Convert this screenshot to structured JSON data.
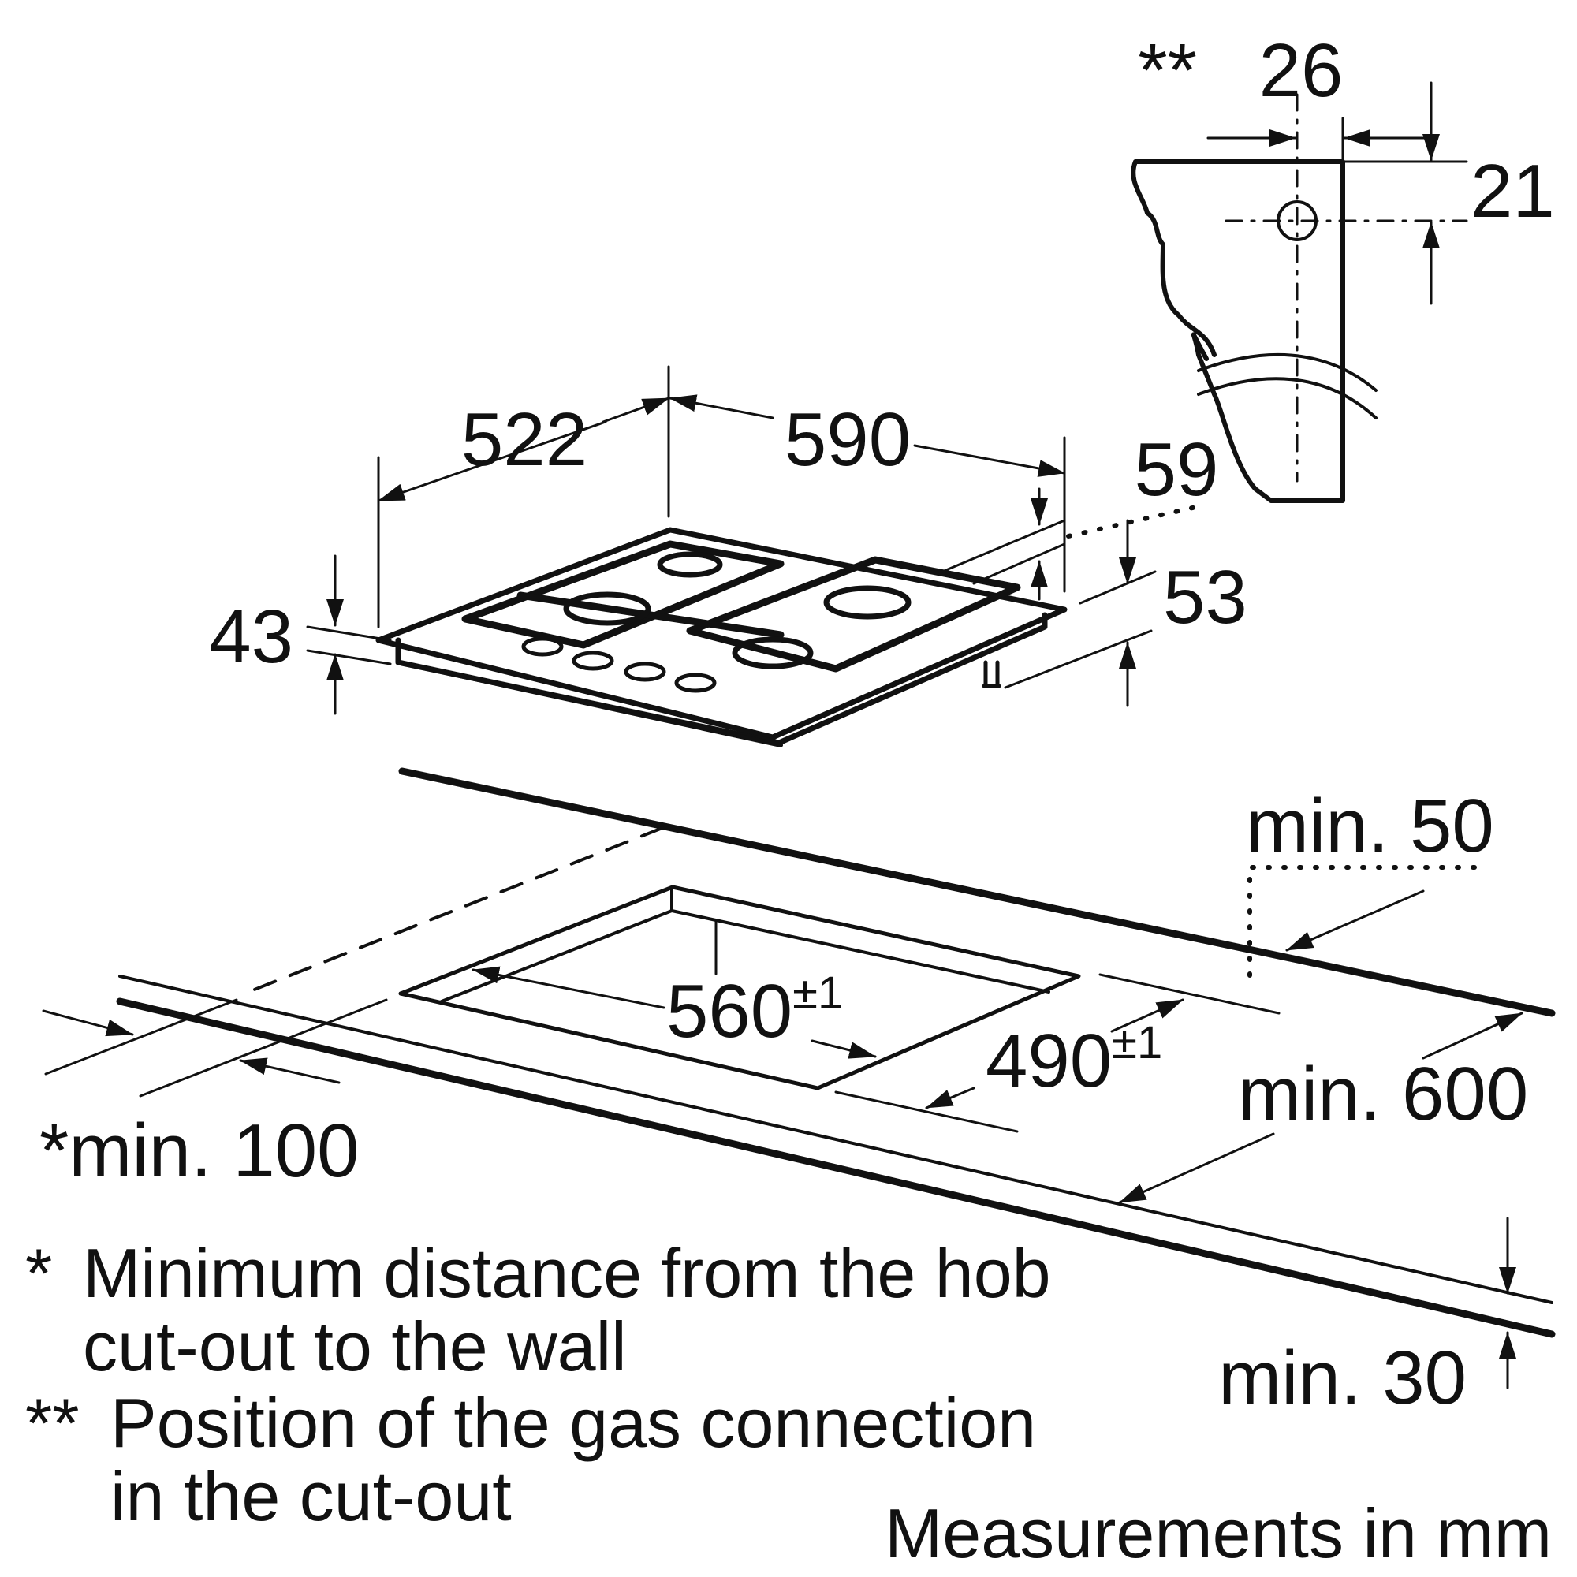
{
  "units_caption": "Measurements in mm",
  "hob": {
    "depth": "522",
    "width": "590",
    "height": "43",
    "connector_offset": "59",
    "connector_height": "53"
  },
  "gas_connection": {
    "marker": "**",
    "offset_side": "26",
    "offset_top": "21"
  },
  "cutout": {
    "width": "560",
    "width_tol": "±1",
    "depth": "490",
    "depth_tol": "±1",
    "rear_gap": "min. 50",
    "worktop_depth": "min. 600",
    "wall_distance": "*min. 100",
    "worktop_thickness": "min. 30"
  },
  "notes": [
    {
      "marker": "*",
      "lines": [
        "Minimum distance from the hob",
        "cut-out to the wall"
      ]
    },
    {
      "marker": "**",
      "lines": [
        "Position of the gas connection",
        "in the cut-out"
      ]
    }
  ]
}
